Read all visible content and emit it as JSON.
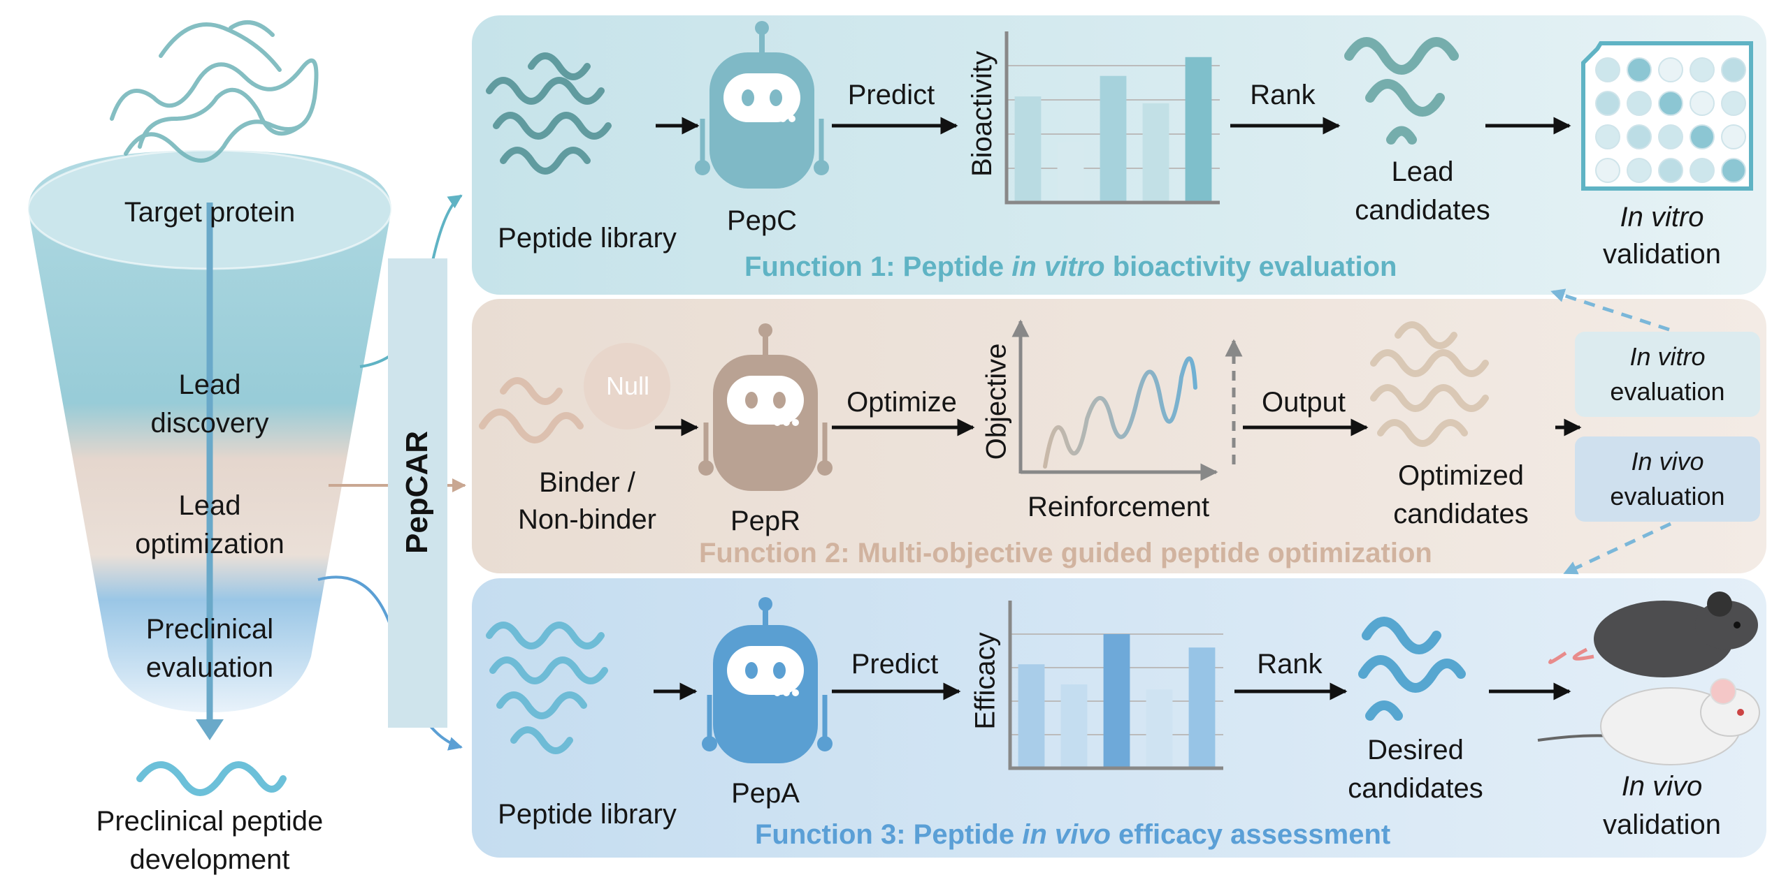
{
  "left_funnel": {
    "target_protein": "Target protein",
    "lead_discovery": [
      "Lead",
      "discovery"
    ],
    "lead_optimization": [
      "Lead",
      "optimization"
    ],
    "preclinical_evaluation": [
      "Preclinical",
      "evaluation"
    ],
    "bottom_label": [
      "Preclinical peptide",
      "development"
    ]
  },
  "center_bar": {
    "label": "PepCAR"
  },
  "function1": {
    "title_pre": "Function 1: Peptide ",
    "title_em": "in vitro",
    "title_post": " bioactivity evaluation",
    "input_label": "Peptide library",
    "model_label": "PepC",
    "arrow1_label": "Predict",
    "chart_axis": "Bioactivity",
    "arrow2_label": "Rank",
    "candidates_label": [
      "Lead",
      "candidates"
    ],
    "output_label_em": "In vitro",
    "output_label": "validation"
  },
  "function2": {
    "title": "Function 2: Multi-objective guided peptide optimization",
    "null_label": "Null",
    "input_label": [
      "Binder /",
      "Non-binder"
    ],
    "model_label": "PepR",
    "arrow1_label": "Optimize",
    "chart_axis": "Objective",
    "chart_x": "Reinforcement",
    "arrow2_label": "Output",
    "candidates_label": [
      "Optimized",
      "candidates"
    ],
    "eval1_em": "In vitro",
    "eval1": "evaluation",
    "eval2_em": "In vivo",
    "eval2": "evaluation"
  },
  "function3": {
    "title_pre": "Function 3: Peptide ",
    "title_em": "in vivo",
    "title_post": " efficacy assessment",
    "input_label": "Peptide library",
    "model_label": "PepA",
    "arrow1_label": "Predict",
    "chart_axis": "Efficacy",
    "arrow2_label": "Rank",
    "candidates_label": [
      "Desired",
      "candidates"
    ],
    "output_label_em": "In vivo",
    "output_label": "validation"
  },
  "colors": {
    "f1": "#5fb3c4",
    "f2": "#c9a792",
    "f3": "#5b9fd4",
    "f1_bg": "#d5eaf0",
    "f2_bg": "#efe4dc",
    "f3_bg": "#d3e5f3"
  }
}
